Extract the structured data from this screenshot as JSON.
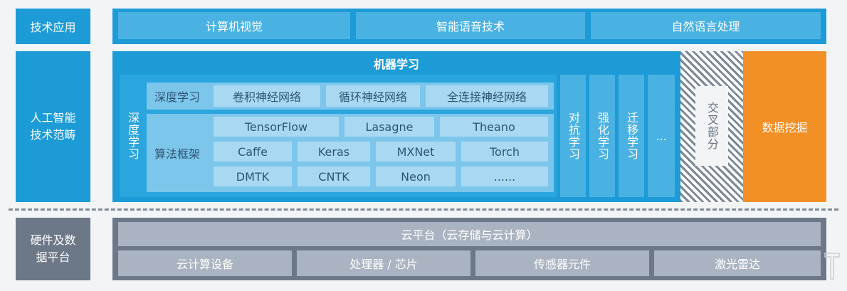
{
  "layers": {
    "application_label": "技术应用",
    "ai_label": "人工智能\n技术范畴",
    "hardware_label": "硬件及数\n据平台"
  },
  "applications": [
    "计算机视觉",
    "智能语音技术",
    "自然语言处理"
  ],
  "ml": {
    "title": "机器学习",
    "deep_learning": "深度学习",
    "dl_row_label": "深度学习",
    "networks": [
      "卷积神经网络",
      "循环神经网络",
      "全连接神经网络"
    ],
    "framework_label": "算法框架",
    "frameworks_row1": [
      "TensorFlow",
      "Lasagne",
      "Theano"
    ],
    "frameworks_row2": [
      "Caffe",
      "Keras",
      "MXNet",
      "Torch"
    ],
    "frameworks_row3": [
      "DMTK",
      "CNTK",
      "Neon",
      "......"
    ],
    "other_columns": [
      "对抗学习",
      "强化学习",
      "迁移学习",
      "..."
    ]
  },
  "cross": "交叉部分",
  "data_mining": "数据挖掘",
  "hardware": {
    "cloud": "云平台（云存储与云计算）",
    "items": [
      "云计算设备",
      "处理器 / 芯片",
      "传感器元件",
      "激光雷达"
    ]
  },
  "colors": {
    "blue": "#1c9bd6",
    "tile_blue": "#4ab2e3",
    "light_tile": "#a9d9f2",
    "gray": "#6c7888",
    "gray_tile": "#aab3c1",
    "orange": "#f28f25"
  }
}
